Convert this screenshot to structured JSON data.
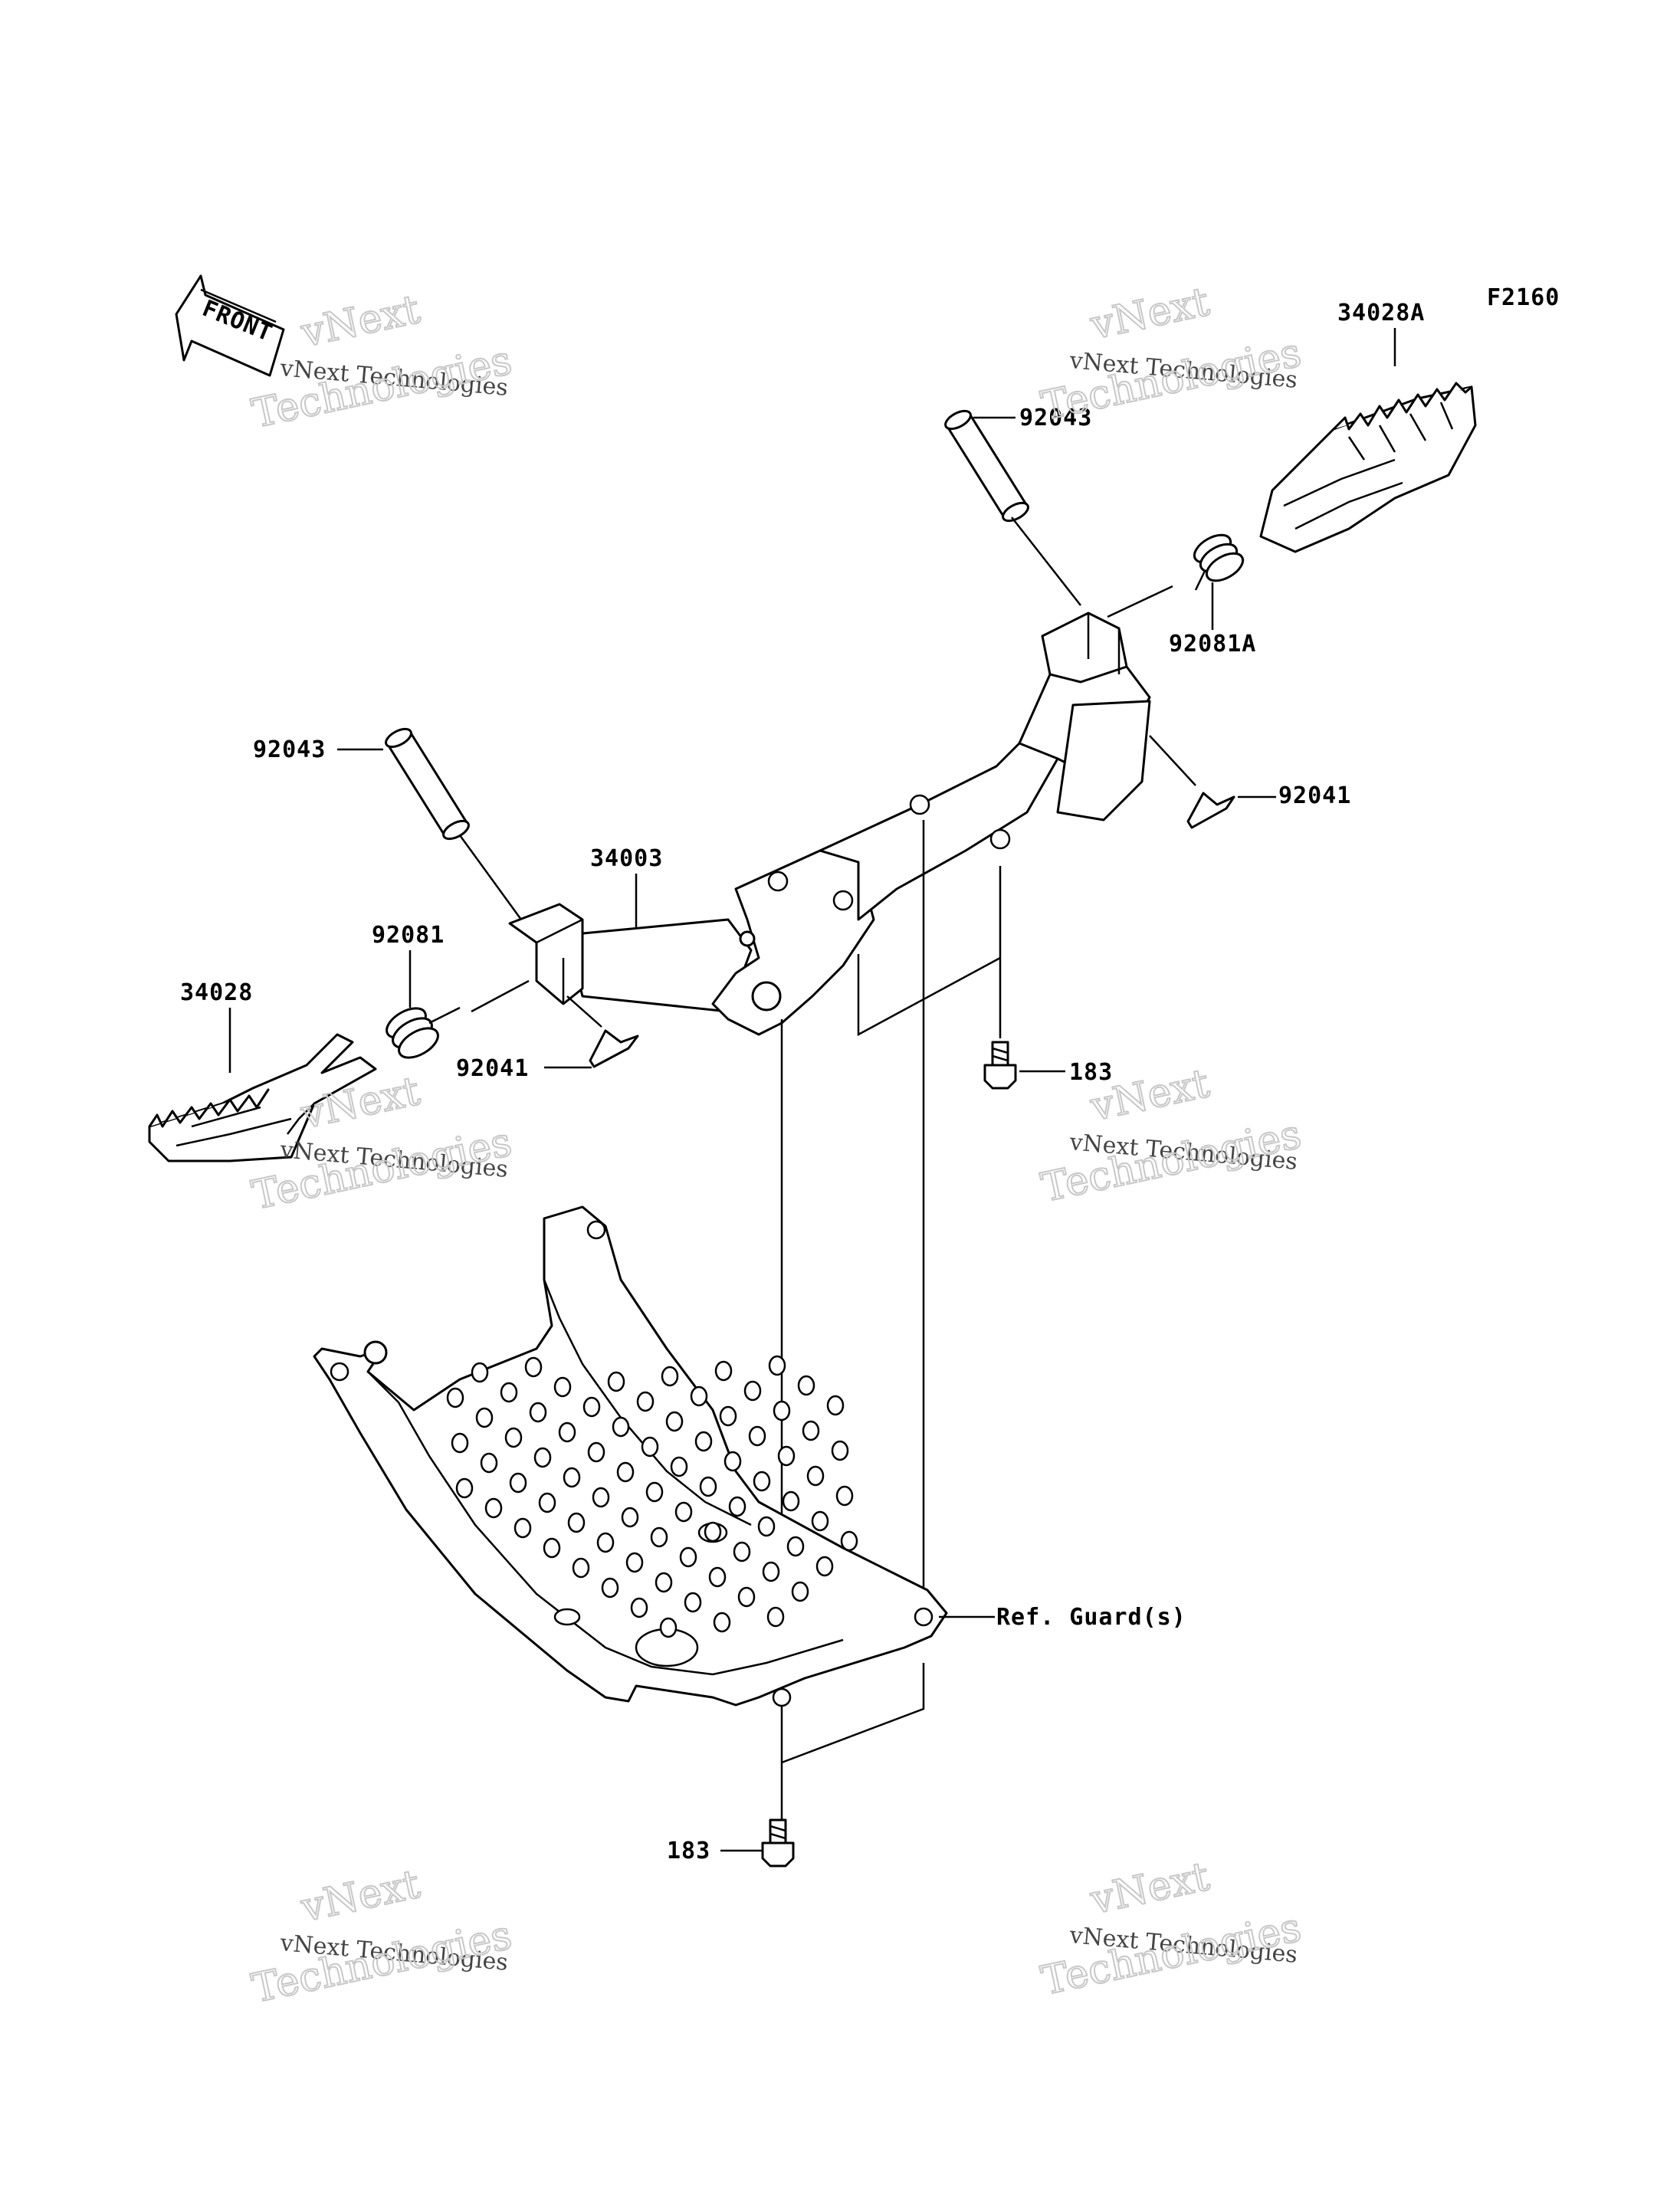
{
  "diagram": {
    "code": "F2160",
    "front_arrow_text": "FRONT",
    "labels": {
      "p34028A": "34028A",
      "p92043_right": "92043",
      "p92081A": "92081A",
      "p92041_right": "92041",
      "p92043_left": "92043",
      "p34003": "34003",
      "p92081": "92081",
      "p34028": "34028",
      "p92041_left": "92041",
      "p183_upper": "183",
      "ref_guard": "Ref. Guard(s)",
      "p183_lower": "183"
    },
    "watermark": {
      "brand": "vNext",
      "line1": "vNext Technologies",
      "line2": "Technologies"
    }
  }
}
